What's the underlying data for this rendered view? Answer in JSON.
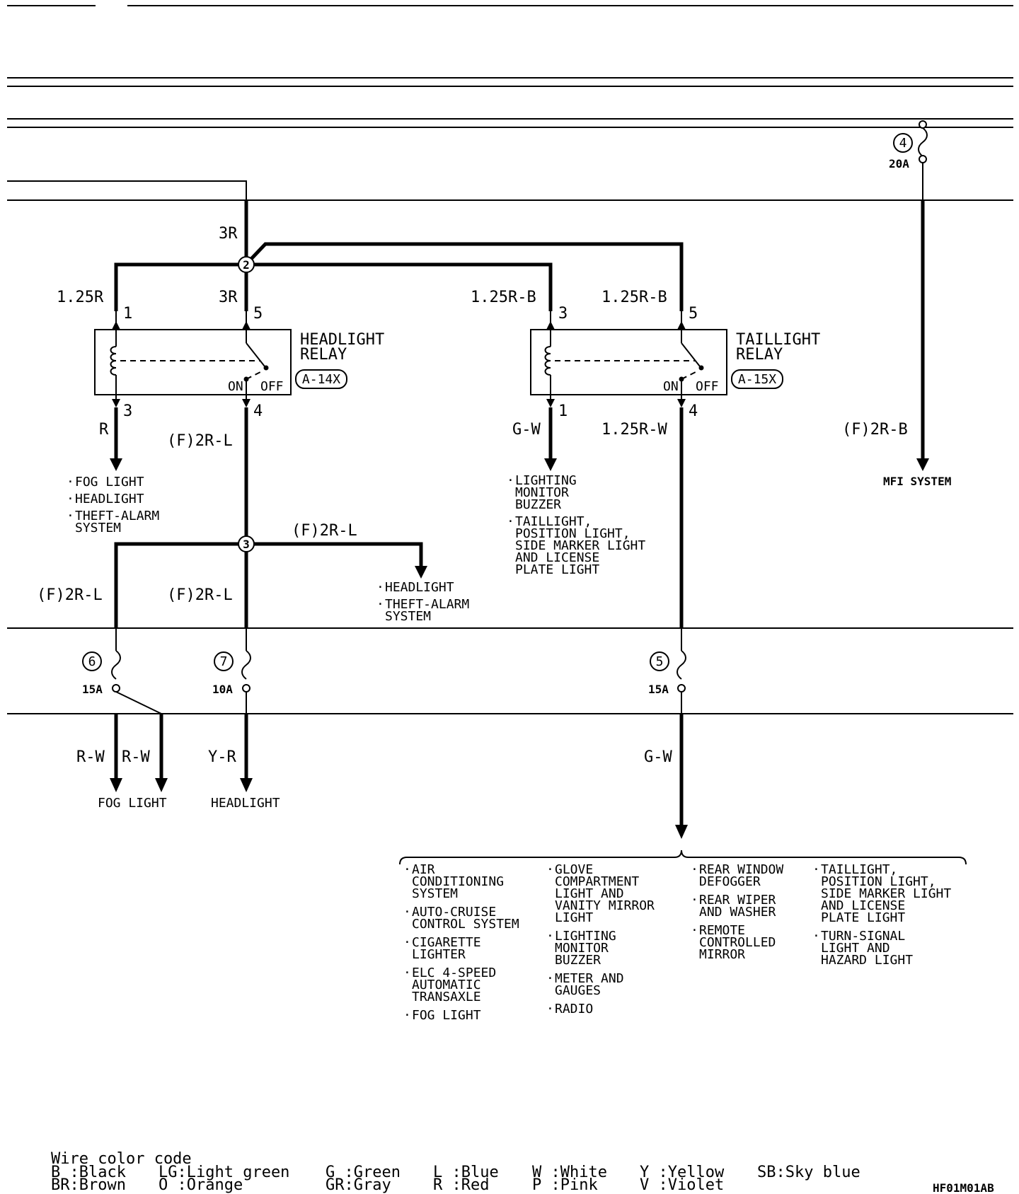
{
  "wires": {
    "top_3r": "3R",
    "relay_h_in1": "1.25R",
    "relay_h_in5": "3R",
    "relay_t_in3": "1.25R-B",
    "relay_t_in5": "1.25R-B",
    "h_out3": "R",
    "h_out4": "(F)2R-L",
    "t_out1": "G-W",
    "t_out4": "1.25R-W",
    "mfi_wire": "(F)2R-B",
    "j3_right": "(F)2R-L",
    "j3_left_down": "(F)2R-L",
    "j3_down": "(F)2R-L",
    "fog1": "R-W",
    "fog2": "R-W",
    "head_yr": "Y-R",
    "gw_bottom": "G-W"
  },
  "pins": {
    "h1": "1",
    "h5": "5",
    "h3": "3",
    "h4": "4",
    "t3": "3",
    "t5": "5",
    "t1": "1",
    "t4": "4"
  },
  "junctions": {
    "j2": "2",
    "j3": "3"
  },
  "fuses": {
    "f4": {
      "num": "4",
      "amp": "20A"
    },
    "f6": {
      "num": "6",
      "amp": "15A"
    },
    "f7": {
      "num": "7",
      "amp": "10A"
    },
    "f5": {
      "num": "5",
      "amp": "15A"
    }
  },
  "relays": {
    "headlight": {
      "name1": "HEADLIGHT",
      "name2": "RELAY",
      "code": "A-14X",
      "on": "ON",
      "off": "OFF"
    },
    "taillight": {
      "name1": "TAILLIGHT",
      "name2": "RELAY",
      "code": "A-15X",
      "on": "ON",
      "off": "OFF"
    }
  },
  "destinations": {
    "h3_list": [
      "FOG LIGHT",
      "HEADLIGHT",
      "THEFT-ALARM",
      "SYSTEM"
    ],
    "t1_list": [
      "LIGHTING",
      "MONITOR",
      "BUZZER",
      "TAILLIGHT,",
      "POSITION LIGHT,",
      "SIDE MARKER LIGHT",
      "AND LICENSE",
      "PLATE LIGHT"
    ],
    "mfi": "MFI SYSTEM",
    "j3_list": [
      "HEADLIGHT",
      "THEFT-ALARM",
      "SYSTEM"
    ],
    "fog": "FOG LIGHT",
    "headlight": "HEADLIGHT",
    "bottom_col1": [
      "AIR",
      "CONDITIONING",
      "SYSTEM",
      "AUTO-CRUISE",
      "CONTROL SYSTEM",
      "CIGARETTE",
      "LIGHTER",
      "ELC 4-SPEED",
      "AUTOMATIC",
      "TRANSAXLE",
      "FOG LIGHT"
    ],
    "bottom_col2": [
      "GLOVE",
      "COMPARTMENT",
      "LIGHT AND",
      "VANITY MIRROR",
      "LIGHT",
      "LIGHTING",
      "MONITOR",
      "BUZZER",
      "METER AND",
      "GAUGES",
      "RADIO"
    ],
    "bottom_col3": [
      "REAR WINDOW",
      "DEFOGGER",
      "REAR WIPER",
      "AND WASHER",
      "REMOTE",
      "CONTROLLED",
      "MIRROR"
    ],
    "bottom_col4": [
      "TAILLIGHT,",
      "POSITION LIGHT,",
      "SIDE MARKER LIGHT",
      "AND LICENSE",
      "PLATE LIGHT",
      "TURN-SIGNAL",
      "LIGHT AND",
      "HAZARD LIGHT"
    ]
  },
  "legend": {
    "title": "Wire color code",
    "row1": [
      "B :Black",
      "LG:Light green",
      "G :Green",
      "L :Blue",
      "W :White",
      "Y :Yellow",
      "SB:Sky blue"
    ],
    "row2": [
      "BR:Brown",
      "O :Orange",
      "GR:Gray",
      "R :Red",
      "P :Pink",
      "V :Violet"
    ]
  },
  "figure_code": "HF01M01AB"
}
